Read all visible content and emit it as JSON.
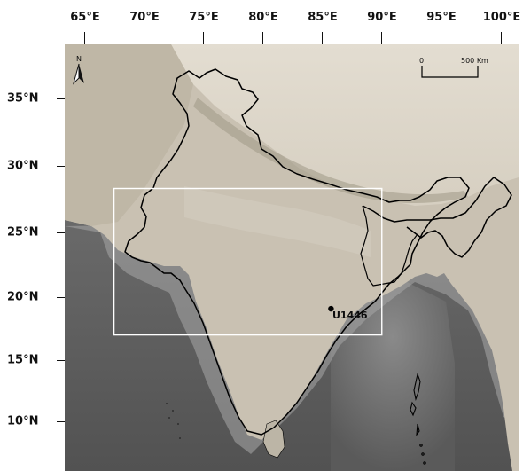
{
  "map": {
    "longitude_labels": [
      "65°E",
      "70°E",
      "75°E",
      "80°E",
      "85°E",
      "90°E",
      "95°E",
      "100°E"
    ],
    "latitude_labels": [
      "35°N",
      "30°N",
      "25°N",
      "20°N",
      "15°N",
      "10°N"
    ],
    "north_arrow_label": "N",
    "scale_bar": {
      "start_label": "0",
      "end_label": "500 Km"
    },
    "site": {
      "label": "U1446",
      "lon": 85.73,
      "lat": 19.08
    },
    "study_area": {
      "lon_min": 67.5,
      "lon_max": 90,
      "lat_min": 17,
      "lat_max": 28.3
    },
    "colors": {
      "land": "#c9c1b2",
      "highland": "#ddd6c8",
      "ocean_shelf": "#a9a9a9",
      "ocean_deep": "#5f5f5f",
      "boundary": "#000000",
      "study_box": "#ffffff"
    }
  }
}
